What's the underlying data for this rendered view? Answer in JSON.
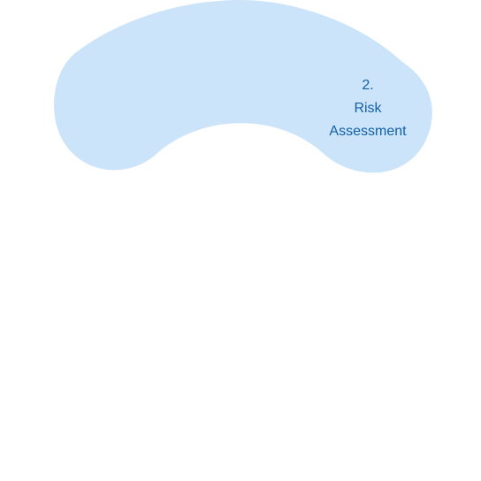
{
  "diagram": {
    "colors": {
      "segment_fill": "#cce4fa",
      "label_text": "#1160a8",
      "background": "#ffffff"
    },
    "steps": [
      {
        "number": "2.",
        "title_line1": "Risk",
        "title_line2": "Assessment"
      }
    ]
  }
}
